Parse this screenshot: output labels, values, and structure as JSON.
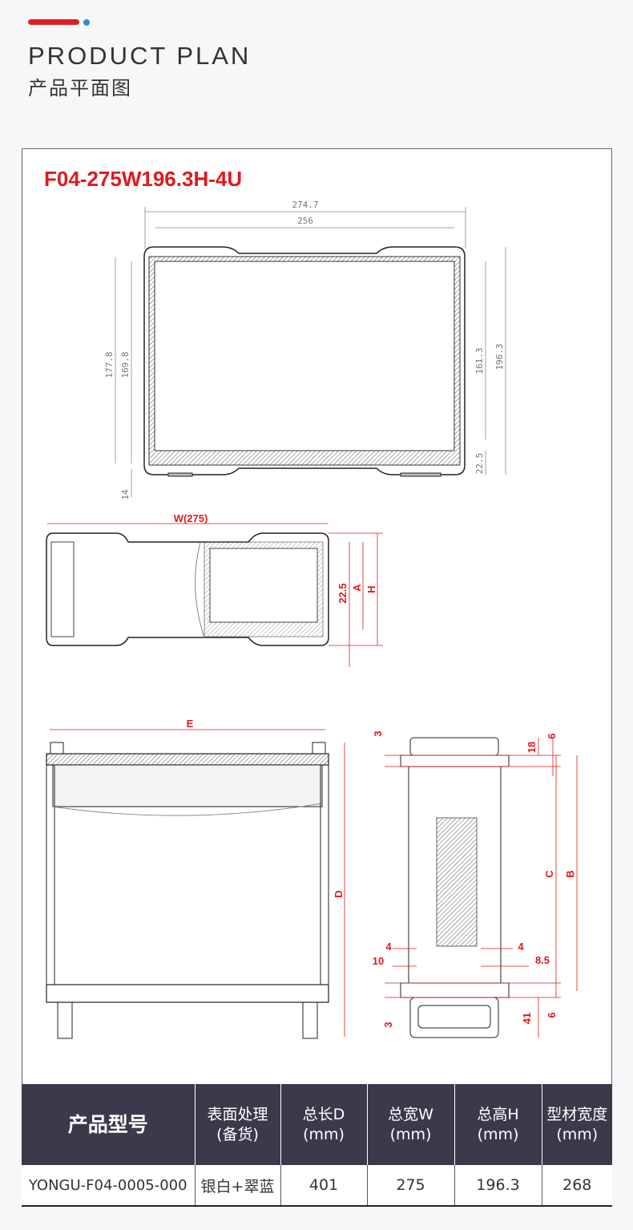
{
  "header": {
    "title_en": "PRODUCT PLAN",
    "title_cn": "产品平面图"
  },
  "model_title": "F04-275W196.3H-4U",
  "colors": {
    "accent_red": "#e02020",
    "accent_blue": "#3d86c6",
    "table_header": "#3a3a4a"
  },
  "view1": {
    "d_274_7": "274.7",
    "d_256": "256",
    "d_177_8": "177.8",
    "d_169_8": "169.8",
    "d_14": "14",
    "d_161_3": "161.3",
    "d_196_3": "196.3",
    "d_22_5": "22.5"
  },
  "view2": {
    "w": "W(275)",
    "d_22_5": "22.5",
    "a": "A",
    "h": "H"
  },
  "view3": {
    "e": "E",
    "d": "D"
  },
  "view4": {
    "d3_top": "3",
    "d6_top": "6",
    "d18": "18",
    "c": "C",
    "b": "B",
    "d4_left": "4",
    "d4_right": "4",
    "d10": "10",
    "d8_5": "8.5",
    "d3_bottom": "3",
    "d41": "41",
    "d6_bottom": "6"
  },
  "table": {
    "headers": [
      [
        "产品型号",
        ""
      ],
      [
        "表面处理",
        "(备货)"
      ],
      [
        "总长D",
        "(mm)"
      ],
      [
        "总宽W",
        "(mm)"
      ],
      [
        "总高H",
        "(mm)"
      ],
      [
        "型材宽度",
        "(mm)"
      ]
    ],
    "row": [
      "YONGU-F04-0005-000",
      "银白+翠蓝",
      "401",
      "275",
      "196.3",
      "268"
    ]
  }
}
